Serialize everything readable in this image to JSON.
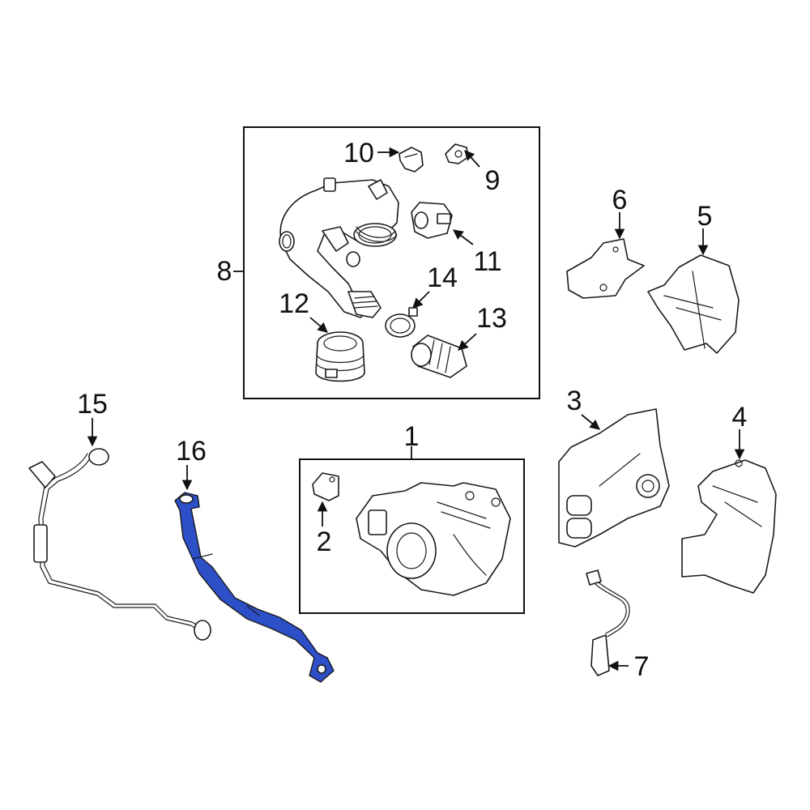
{
  "diagram": {
    "highlight_color": "#2d4fc8",
    "line_color": "#1a1a1a",
    "background": "#ffffff",
    "callouts": {
      "c1": "1",
      "c2": "2",
      "c3": "3",
      "c4": "4",
      "c5": "5",
      "c6": "6",
      "c7": "7",
      "c8": "8",
      "c9": "9",
      "c10": "10",
      "c11": "11",
      "c12": "12",
      "c13": "13",
      "c14": "14",
      "c15": "15",
      "c16": "16"
    }
  }
}
